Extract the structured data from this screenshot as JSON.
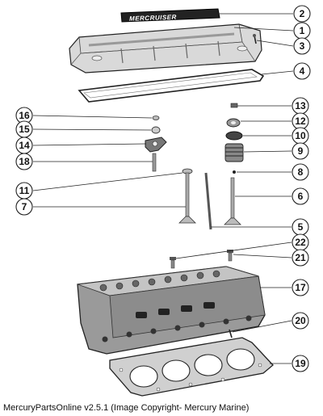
{
  "logo": {
    "text": "MERCRUISER"
  },
  "caption": "MercuryPartsOnline v2.5.1 (Image Copyright- Mercury Marine)",
  "callouts": [
    "2",
    "1",
    "3",
    "4",
    "13",
    "16",
    "12",
    "15",
    "10",
    "14",
    "9",
    "18",
    "8",
    "11",
    "6",
    "7",
    "5",
    "22",
    "21",
    "17",
    "20",
    "19"
  ]
}
